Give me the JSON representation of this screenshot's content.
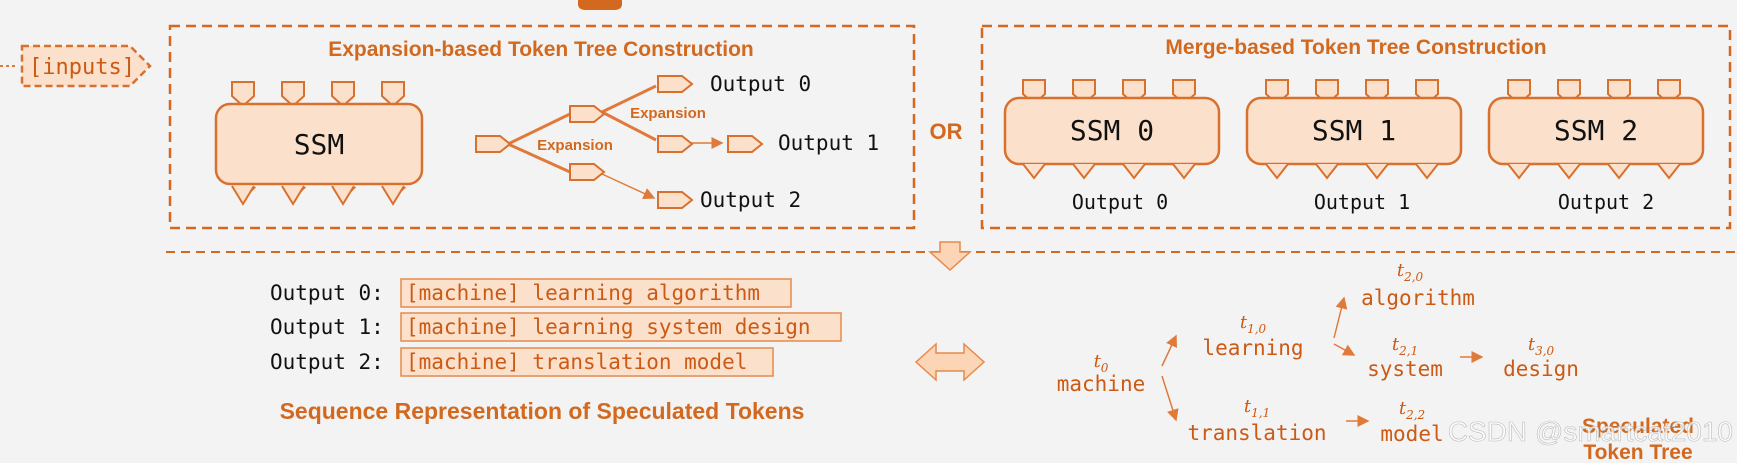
{
  "inputs_label": "[inputs]",
  "or_label": "OR",
  "expansion": {
    "title": "Expansion-based Token Tree Construction",
    "ssm_label": "SSM",
    "edge_label_1": "Expansion",
    "edge_label_2": "Expansion",
    "outputs": [
      "Output 0",
      "Output 1",
      "Output 2"
    ]
  },
  "merge": {
    "title": "Merge-based Token Tree Construction",
    "ssms": [
      {
        "name": "SSM 0",
        "output": "Output 0"
      },
      {
        "name": "SSM 1",
        "output": "Output 1"
      },
      {
        "name": "SSM 2",
        "output": "Output 2"
      }
    ]
  },
  "sequence": {
    "rows": [
      {
        "label": "Output 0:",
        "text": "[machine] learning algorithm"
      },
      {
        "label": "Output 1:",
        "text": "[machine] learning system design"
      },
      {
        "label": "Output 2:",
        "text": "[machine] translation model"
      }
    ],
    "caption": "Sequence Representation of Speculated Tokens"
  },
  "tree": {
    "nodes": [
      {
        "id": "t0",
        "sub": "0",
        "word": "machine"
      },
      {
        "id": "t10",
        "sub": "1,0",
        "word": "learning"
      },
      {
        "id": "t11",
        "sub": "1,1",
        "word": "translation"
      },
      {
        "id": "t20",
        "sub": "2,0",
        "word": "algorithm"
      },
      {
        "id": "t21",
        "sub": "2,1",
        "word": "system"
      },
      {
        "id": "t22",
        "sub": "2,2",
        "word": "model"
      },
      {
        "id": "t30",
        "sub": "3,0",
        "word": "design"
      }
    ],
    "caption_line1": "Speculated",
    "caption_line2": "Token Tree"
  },
  "watermark": "CSDN @smartcat2010",
  "colors": {
    "accent": "#d2691e",
    "fill": "#fbe1cc",
    "stroke": "#d9712e"
  }
}
